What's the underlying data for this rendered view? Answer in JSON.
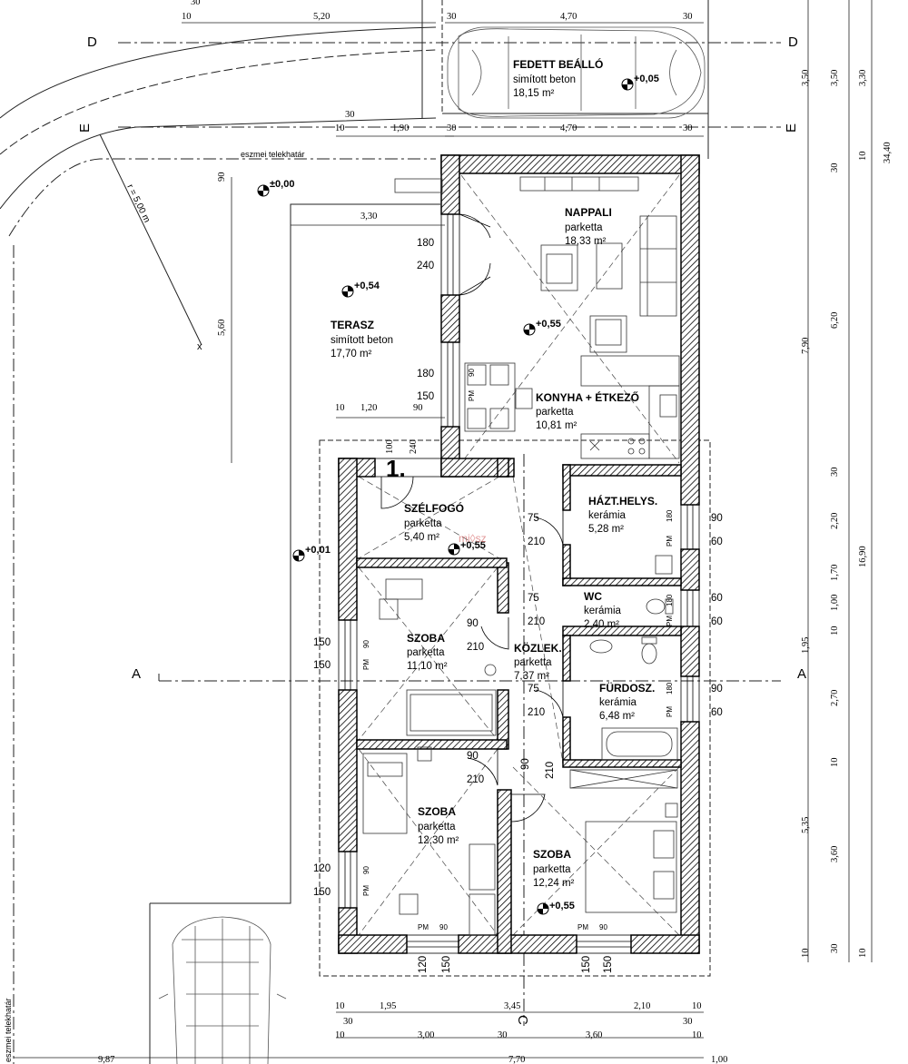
{
  "rooms": {
    "carport": {
      "name": "FEDETT BEÁLLÓ",
      "floor": "simított beton",
      "area": "18,15 m²"
    },
    "living": {
      "name": "NAPPALI",
      "floor": "parketta",
      "area": "18,33 m²"
    },
    "terrace": {
      "name": "TERASZ",
      "floor": "simított beton",
      "area": "17,70 m²"
    },
    "kitchen": {
      "name": "KONYHA + ÉTKEZŐ",
      "floor": "parketta",
      "area": "10,81 m²"
    },
    "utility": {
      "name": "HÁZT.HELYS.",
      "floor": "kerámia",
      "area": "5,28 m²"
    },
    "vestibule": {
      "name": "SZÉLFOGÓ",
      "floor": "parketta",
      "area": "5,40 m²"
    },
    "wc": {
      "name": "WC",
      "floor": "kerámia",
      "area": "2,40 m²"
    },
    "room1": {
      "name": "SZOBA",
      "floor": "parketta",
      "area": "11,10 m²"
    },
    "corridor": {
      "name": "KÖZLEK.",
      "floor": "parketta",
      "area": "7,37 m²"
    },
    "bathroom": {
      "name": "FÜRDOSZ.",
      "floor": "kerámia",
      "area": "6,48 m²"
    },
    "room2": {
      "name": "SZOBA",
      "floor": "parketta",
      "area": "12,30 m²"
    },
    "room3": {
      "name": "SZOBA",
      "floor": "parketta",
      "area": "12,24 m²"
    }
  },
  "levels": {
    "carport": "+0,05",
    "zero": "±0,00",
    "terrace": "+0,54",
    "living": "+0,55",
    "vestibule": "+0,55",
    "site": "+0,01",
    "room3": "+0,55"
  },
  "labels": {
    "boundary_top": "eszmei telekhatár",
    "boundary_side": "eszmei telekhatár",
    "radius": "r = 5,00 m",
    "entrance": "1.",
    "watermark": "mi◊sz",
    "pm": "PM",
    "x_mark": "x"
  },
  "sections": {
    "a": "A",
    "c": "C",
    "d": "D",
    "e": "E"
  },
  "dims": {
    "top_10": "10",
    "top_30": "30",
    "top_520": "5,20",
    "top_470": "4,70",
    "top_300": "30",
    "mid_190": "1,90",
    "mid_30": "30",
    "mid_470": "4,70",
    "ter_330": "3,30",
    "ter_90": "90",
    "ter_560": "5,60",
    "ter_120": "1,20",
    "ter_90b": "90",
    "d100": "100",
    "d240": "240",
    "r_350": "3,50",
    "r_330": "3,30",
    "r_3440": "34,40",
    "r_790": "7,90",
    "r_620": "6,20",
    "r_220": "2,20",
    "r_1690": "16,90",
    "r_170": "1,70",
    "r_100": "1,00",
    "r_195": "1,95",
    "r_270": "2,70",
    "r_535": "5,35",
    "r_360": "3,60",
    "r_10": "10",
    "r_30": "30",
    "b_195": "1,95",
    "b_345": "3,45",
    "b_210": "2,10",
    "b_300": "3,00",
    "b_360": "3,60",
    "b_770": "7,70",
    "b_987": "9,87",
    "b_100": "1,00"
  },
  "openings": {
    "o180a": "180",
    "o240a": "240",
    "o180b": "180",
    "o150a": "150",
    "o75": "75",
    "o210": "210",
    "o90": "90",
    "o60": "60",
    "o150": "150",
    "o120": "120"
  }
}
